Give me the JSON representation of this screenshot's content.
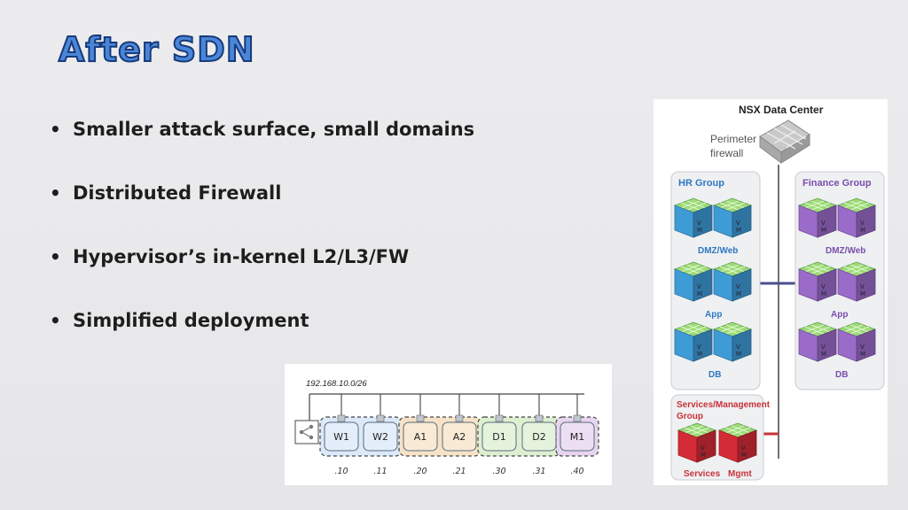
{
  "slide": {
    "title": "After SDN",
    "bullets": [
      "Smaller attack surface, small domains",
      "Distributed Firewall",
      "Hypervisor’s in-kernel L2/L3/FW",
      "Simplified deployment"
    ]
  },
  "nsx_diagram": {
    "title": "NSX Data Center",
    "perimeter_label_1": "Perimeter",
    "perimeter_label_2": "firewall",
    "hr_group": "HR Group",
    "finance_group": "Finance  Group",
    "tiers": [
      "DMZ/Web",
      "App",
      "DB"
    ],
    "services_group_1": "Services/Management",
    "services_group_2": "Group",
    "services_label": "Services",
    "mgmt_label": "Mgmt",
    "vm_letter_v": "V",
    "vm_letter_m": "M",
    "colors": {
      "hr": "#3f9bd6",
      "finance": "#9a6bc9",
      "services": "#d42c36",
      "grid": "#9ed97a"
    }
  },
  "network_diagram": {
    "subnet": "192.168.10.0/26",
    "nodes": [
      "W1",
      "W2",
      "A1",
      "A2",
      "D1",
      "D2",
      "M1"
    ],
    "addresses": [
      ".10",
      ".11",
      ".20",
      ".21",
      ".30",
      ".31",
      ".40"
    ]
  }
}
